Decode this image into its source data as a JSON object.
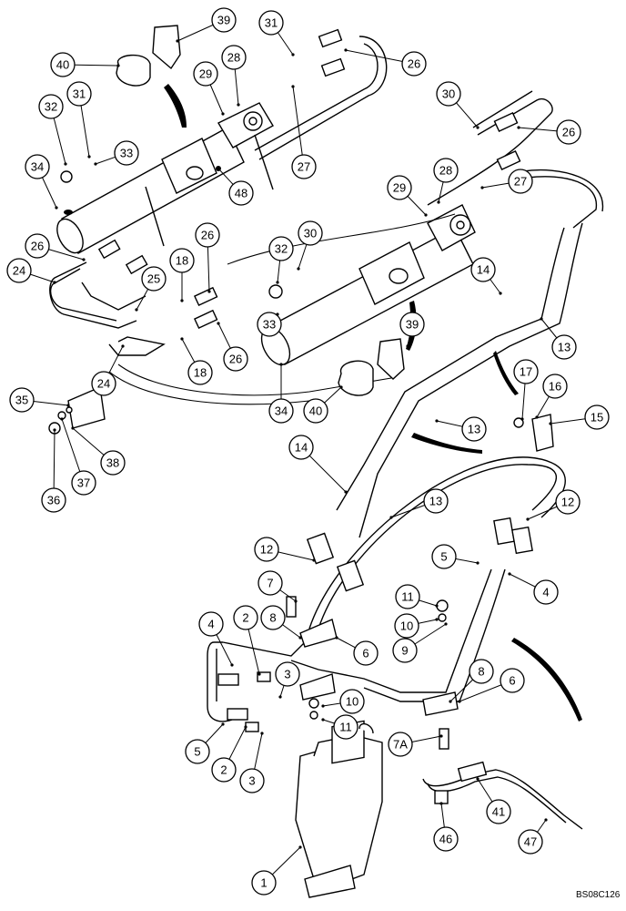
{
  "figure": {
    "reference_code": "BS08C126"
  },
  "callouts": [
    {
      "label": "39"
    },
    {
      "label": "31"
    },
    {
      "label": "40"
    },
    {
      "label": "28"
    },
    {
      "label": "26"
    },
    {
      "label": "29"
    },
    {
      "label": "32"
    },
    {
      "label": "31"
    },
    {
      "label": "33"
    },
    {
      "label": "30"
    },
    {
      "label": "27"
    },
    {
      "label": "26"
    },
    {
      "label": "34"
    },
    {
      "label": "48"
    },
    {
      "label": "28"
    },
    {
      "label": "27"
    },
    {
      "label": "29"
    },
    {
      "label": "26"
    },
    {
      "label": "26"
    },
    {
      "label": "30"
    },
    {
      "label": "32"
    },
    {
      "label": "24"
    },
    {
      "label": "25"
    },
    {
      "label": "18"
    },
    {
      "label": "14"
    },
    {
      "label": "33"
    },
    {
      "label": "39"
    },
    {
      "label": "13"
    },
    {
      "label": "24"
    },
    {
      "label": "18"
    },
    {
      "label": "26"
    },
    {
      "label": "17"
    },
    {
      "label": "16"
    },
    {
      "label": "35"
    },
    {
      "label": "34"
    },
    {
      "label": "40"
    },
    {
      "label": "15"
    },
    {
      "label": "13"
    },
    {
      "label": "38"
    },
    {
      "label": "37"
    },
    {
      "label": "36"
    },
    {
      "label": "14"
    },
    {
      "label": "13"
    },
    {
      "label": "12"
    },
    {
      "label": "12"
    },
    {
      "label": "5"
    },
    {
      "label": "4"
    },
    {
      "label": "7"
    },
    {
      "label": "11"
    },
    {
      "label": "10"
    },
    {
      "label": "9"
    },
    {
      "label": "4"
    },
    {
      "label": "2"
    },
    {
      "label": "8"
    },
    {
      "label": "6"
    },
    {
      "label": "3"
    },
    {
      "label": "8"
    },
    {
      "label": "6"
    },
    {
      "label": "10"
    },
    {
      "label": "11"
    },
    {
      "label": "5"
    },
    {
      "label": "7A"
    },
    {
      "label": "2"
    },
    {
      "label": "3"
    },
    {
      "label": "41"
    },
    {
      "label": "46"
    },
    {
      "label": "47"
    },
    {
      "label": "1"
    }
  ]
}
